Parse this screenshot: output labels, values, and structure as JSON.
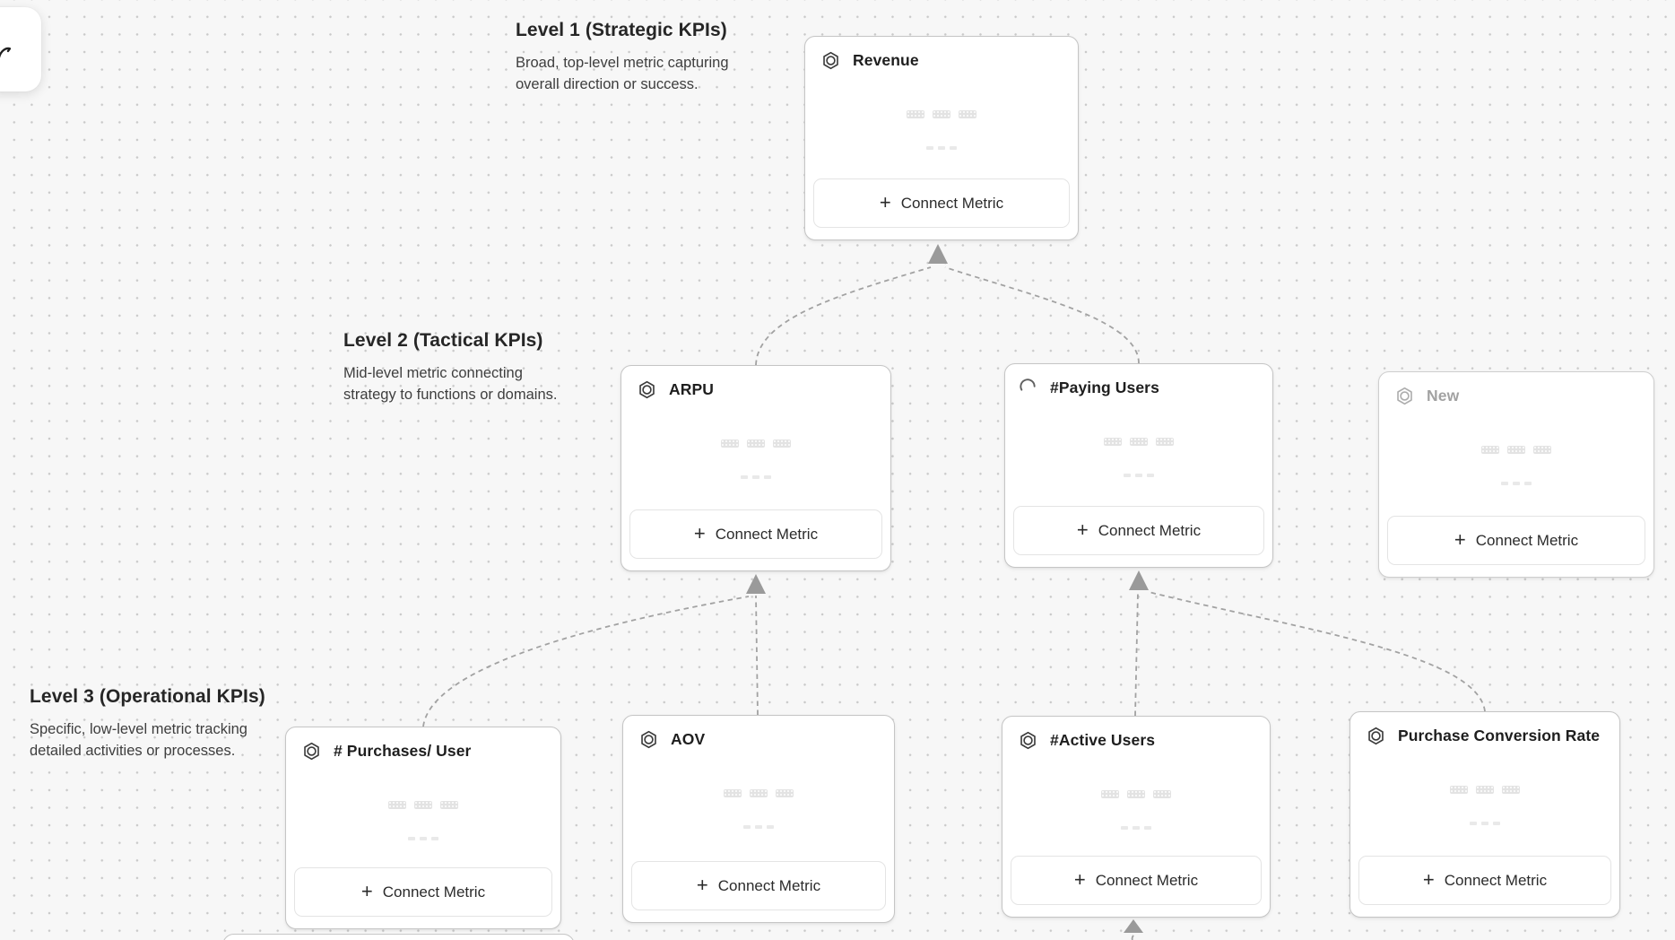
{
  "canvas": {
    "background_color": "#f7f7f7",
    "dot_color": "#c9c9c9"
  },
  "toolbar": {
    "partial_button_icon": "cursor-stroke-icon"
  },
  "levels": [
    {
      "title": "Level 1 (Strategic KPIs)",
      "description_lines": [
        "Broad, top-level metric capturing",
        "overall direction or success."
      ]
    },
    {
      "title": "Level 2 (Tactical KPIs)",
      "description_lines": [
        "Mid-level metric connecting",
        "strategy to functions or domains."
      ]
    },
    {
      "title": "Level 3 (Operational KPIs)",
      "description_lines": [
        "Specific, low-level metric tracking",
        "detailed activities or processes."
      ]
    }
  ],
  "cards": [
    {
      "id": "revenue",
      "title": "Revenue",
      "icon": "hexagon-metric-icon",
      "button_label": "Connect Metric",
      "level": 1,
      "state": "default"
    },
    {
      "id": "arpu",
      "title": "ARPU",
      "icon": "hexagon-metric-icon",
      "button_label": "Connect Metric",
      "level": 2,
      "state": "default"
    },
    {
      "id": "paying-users",
      "title": "#Paying Users",
      "icon": "loading-spinner-icon",
      "button_label": "Connect Metric",
      "level": 2,
      "state": "loading"
    },
    {
      "id": "new",
      "title": "New",
      "icon": "hexagon-metric-icon",
      "button_label": "Connect Metric",
      "level": 2,
      "state": "placeholder"
    },
    {
      "id": "purchases-per-user",
      "title": "# Purchases/ User",
      "icon": "hexagon-metric-icon",
      "button_label": "Connect Metric",
      "level": 3,
      "state": "default"
    },
    {
      "id": "aov",
      "title": "AOV",
      "icon": "hexagon-metric-icon",
      "button_label": "Connect Metric",
      "level": 3,
      "state": "default"
    },
    {
      "id": "active-users",
      "title": "#Active Users",
      "icon": "hexagon-metric-icon",
      "button_label": "Connect Metric",
      "level": 3,
      "state": "default"
    },
    {
      "id": "purchase-conversion-rate",
      "title": "Purchase Conversion Rate",
      "icon": "hexagon-metric-icon",
      "button_label": "Connect Metric",
      "level": 3,
      "state": "default"
    }
  ],
  "edges": [
    {
      "from": "arpu",
      "to": "revenue"
    },
    {
      "from": "paying-users",
      "to": "revenue"
    },
    {
      "from": "purchases-per-user",
      "to": "arpu"
    },
    {
      "from": "aov",
      "to": "arpu"
    },
    {
      "from": "active-users",
      "to": "paying-users"
    },
    {
      "from": "purchase-conversion-rate",
      "to": "paying-users"
    },
    {
      "from": "offscreen-below",
      "to": "active-users"
    }
  ],
  "colors": {
    "card_border": "#c5c5c5",
    "button_border": "#e4e4e4",
    "connector": "#a2a2a2",
    "arrowhead": "#9a9a9a",
    "title_text": "#1e1e1e",
    "muted_text": "#a2a2a2",
    "skeleton": "#e3e3e3"
  }
}
